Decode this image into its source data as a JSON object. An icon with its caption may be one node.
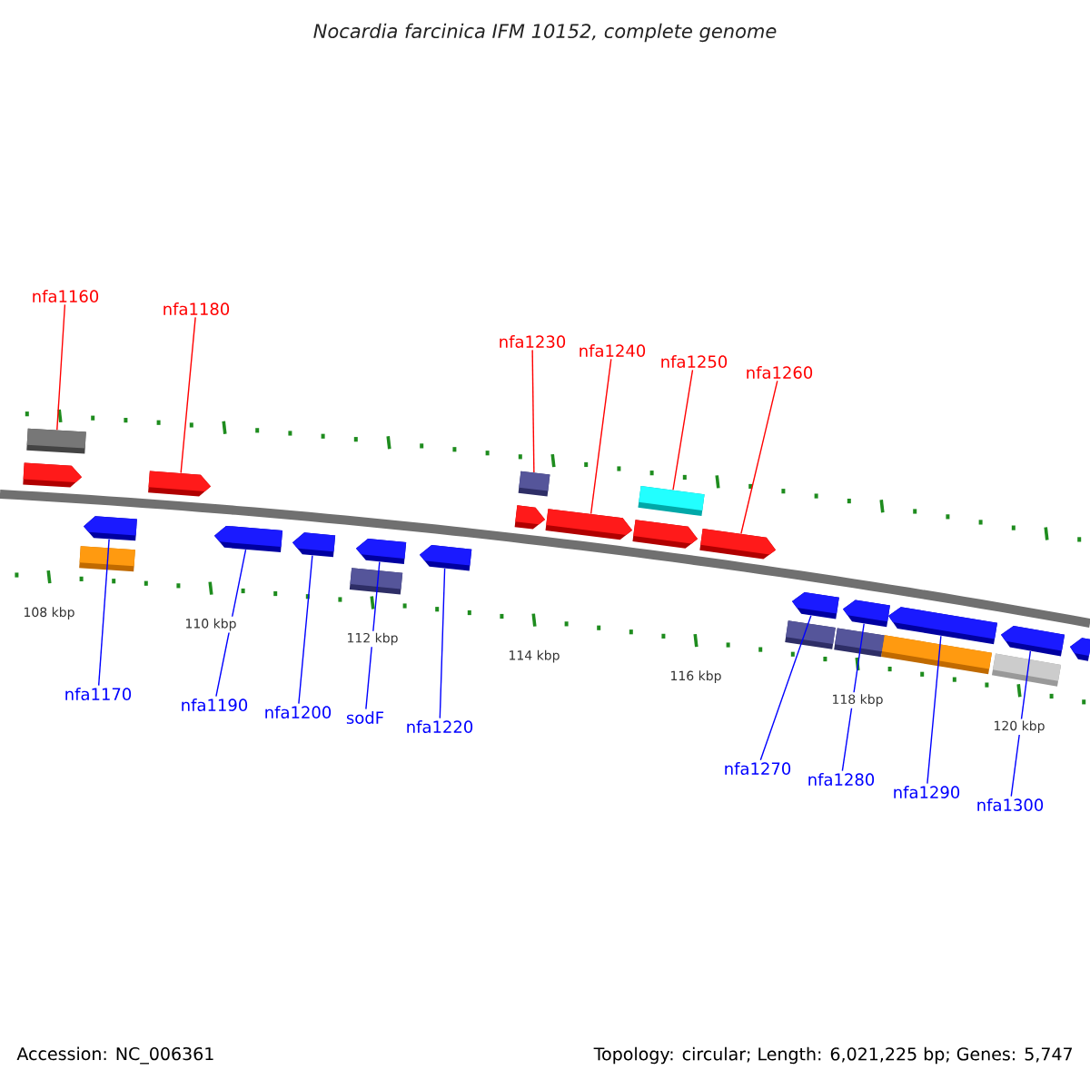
{
  "diagram": {
    "title": "Nocardia farcinica IFM 10152, complete genome",
    "nodes": [
      {
        "text": [
          "nfa1160"
        ]
      },
      {
        "text": [
          "nfa1180"
        ]
      },
      {
        "text": [
          "nfa1230"
        ]
      },
      {
        "text": [
          "nfa1240"
        ]
      },
      {
        "text": [
          "nfa1250"
        ]
      },
      {
        "text": [
          "nfa1260"
        ]
      },
      {
        "text": [
          "nfa1170"
        ]
      },
      {
        "text": [
          "nfa1190"
        ]
      },
      {
        "text": [
          "nfa1200"
        ]
      },
      {
        "text": [
          "sodF"
        ]
      },
      {
        "text": [
          "nfa1220"
        ]
      },
      {
        "text": [
          "nfa1270"
        ]
      },
      {
        "text": [
          "nfa1280"
        ]
      },
      {
        "text": [
          "nfa1290"
        ]
      },
      {
        "text": [
          "nfa1300"
        ]
      },
      {
        "text": [],
        "shape": "box"
      },
      {
        "text": [],
        "shape": "pentagon"
      },
      {
        "text": [],
        "shape": "box"
      },
      {
        "text": [],
        "shape": "pentagon"
      },
      {
        "text": [],
        "shape": "box"
      },
      {
        "text": [],
        "shape": "pentagon"
      },
      {
        "text": [],
        "shape": "pentagon"
      },
      {
        "text": [],
        "shape": "pentagon"
      },
      {
        "text": [],
        "shape": "pentagon"
      },
      {
        "text": [],
        "shape": "pentagon"
      },
      {
        "text": [],
        "shape": "pentagon"
      },
      {
        "text": [],
        "shape": "pentagon"
      },
      {
        "text": [],
        "shape": "pentagon"
      },
      {
        "text": [],
        "shape": "pentagon"
      },
      {
        "text": [],
        "shape": "pentagon"
      },
      {
        "text": [],
        "shape": "pentagon"
      },
      {
        "text": [],
        "shape": "pentagon"
      },
      {
        "text": [],
        "shape": "pentagon"
      },
      {
        "text": [],
        "shape": "pentagon"
      },
      {
        "text": [],
        "shape": "box"
      },
      {
        "text": [],
        "shape": "box"
      },
      {
        "text": [],
        "shape": "box"
      },
      {
        "text": [],
        "shape": "box"
      },
      {
        "text": [],
        "shape": "box"
      },
      {
        "text": [],
        "shape": "box"
      }
    ],
    "edges": [
      {
        "from": 0,
        "to": 15,
        "arrow": "none",
        "color": "#ff0000"
      },
      {
        "from": 1,
        "to": 16,
        "arrow": "none",
        "color": "#ff0000"
      },
      {
        "from": 2,
        "to": 17,
        "arrow": "none",
        "color": "#ff0000"
      },
      {
        "from": 3,
        "to": 18,
        "arrow": "none",
        "color": "#ff0000"
      },
      {
        "from": 4,
        "to": 19,
        "arrow": "none",
        "color": "#ff0000"
      },
      {
        "from": 5,
        "to": 20,
        "arrow": "none",
        "color": "#ff0000"
      },
      {
        "from": 6,
        "to": 21,
        "arrow": "none"
      },
      {
        "from": 7,
        "to": 22,
        "arrow": "none"
      },
      {
        "from": 8,
        "to": 23,
        "arrow": "none"
      },
      {
        "from": 9,
        "to": 24,
        "arrow": "none"
      },
      {
        "from": 10,
        "to": 25,
        "arrow": "none"
      },
      {
        "from": 11,
        "to": 26,
        "arrow": "none"
      },
      {
        "from": 12,
        "to": 27,
        "arrow": "none"
      },
      {
        "from": 13,
        "to": 28,
        "arrow": "none"
      },
      {
        "from": 14,
        "to": 29,
        "arrow": "none"
      }
    ],
    "labels": [
      "108 kbp",
      "110 kbp",
      "112 kbp",
      "114 kbp",
      "116 kbp",
      "118 kbp",
      "120 kbp",
      "Accession: NC_006361",
      "Topology: circular; Length: 6,021,225 bp; Genes: 5,747"
    ]
  }
}
